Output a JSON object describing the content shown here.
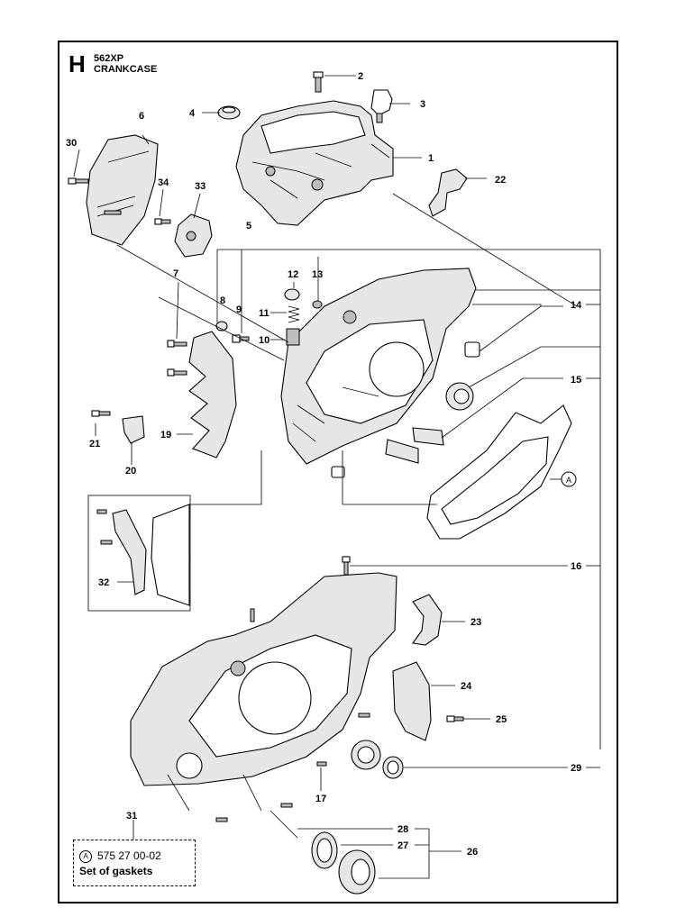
{
  "header": {
    "section_letter": "H",
    "model": "562XP",
    "title": "CRANKCASE"
  },
  "callouts": [
    "1",
    "2",
    "3",
    "4",
    "5",
    "6",
    "7",
    "8",
    "9",
    "10",
    "11",
    "12",
    "13",
    "14",
    "15",
    "16",
    "17",
    "19",
    "20",
    "21",
    "22",
    "23",
    "24",
    "25",
    "26",
    "27",
    "28",
    "29",
    "30",
    "31",
    "32",
    "33",
    "34"
  ],
  "reference_marker": "A",
  "kit": {
    "marker": "A",
    "part_number": "575 27 00-02",
    "description": "Set of gaskets"
  }
}
